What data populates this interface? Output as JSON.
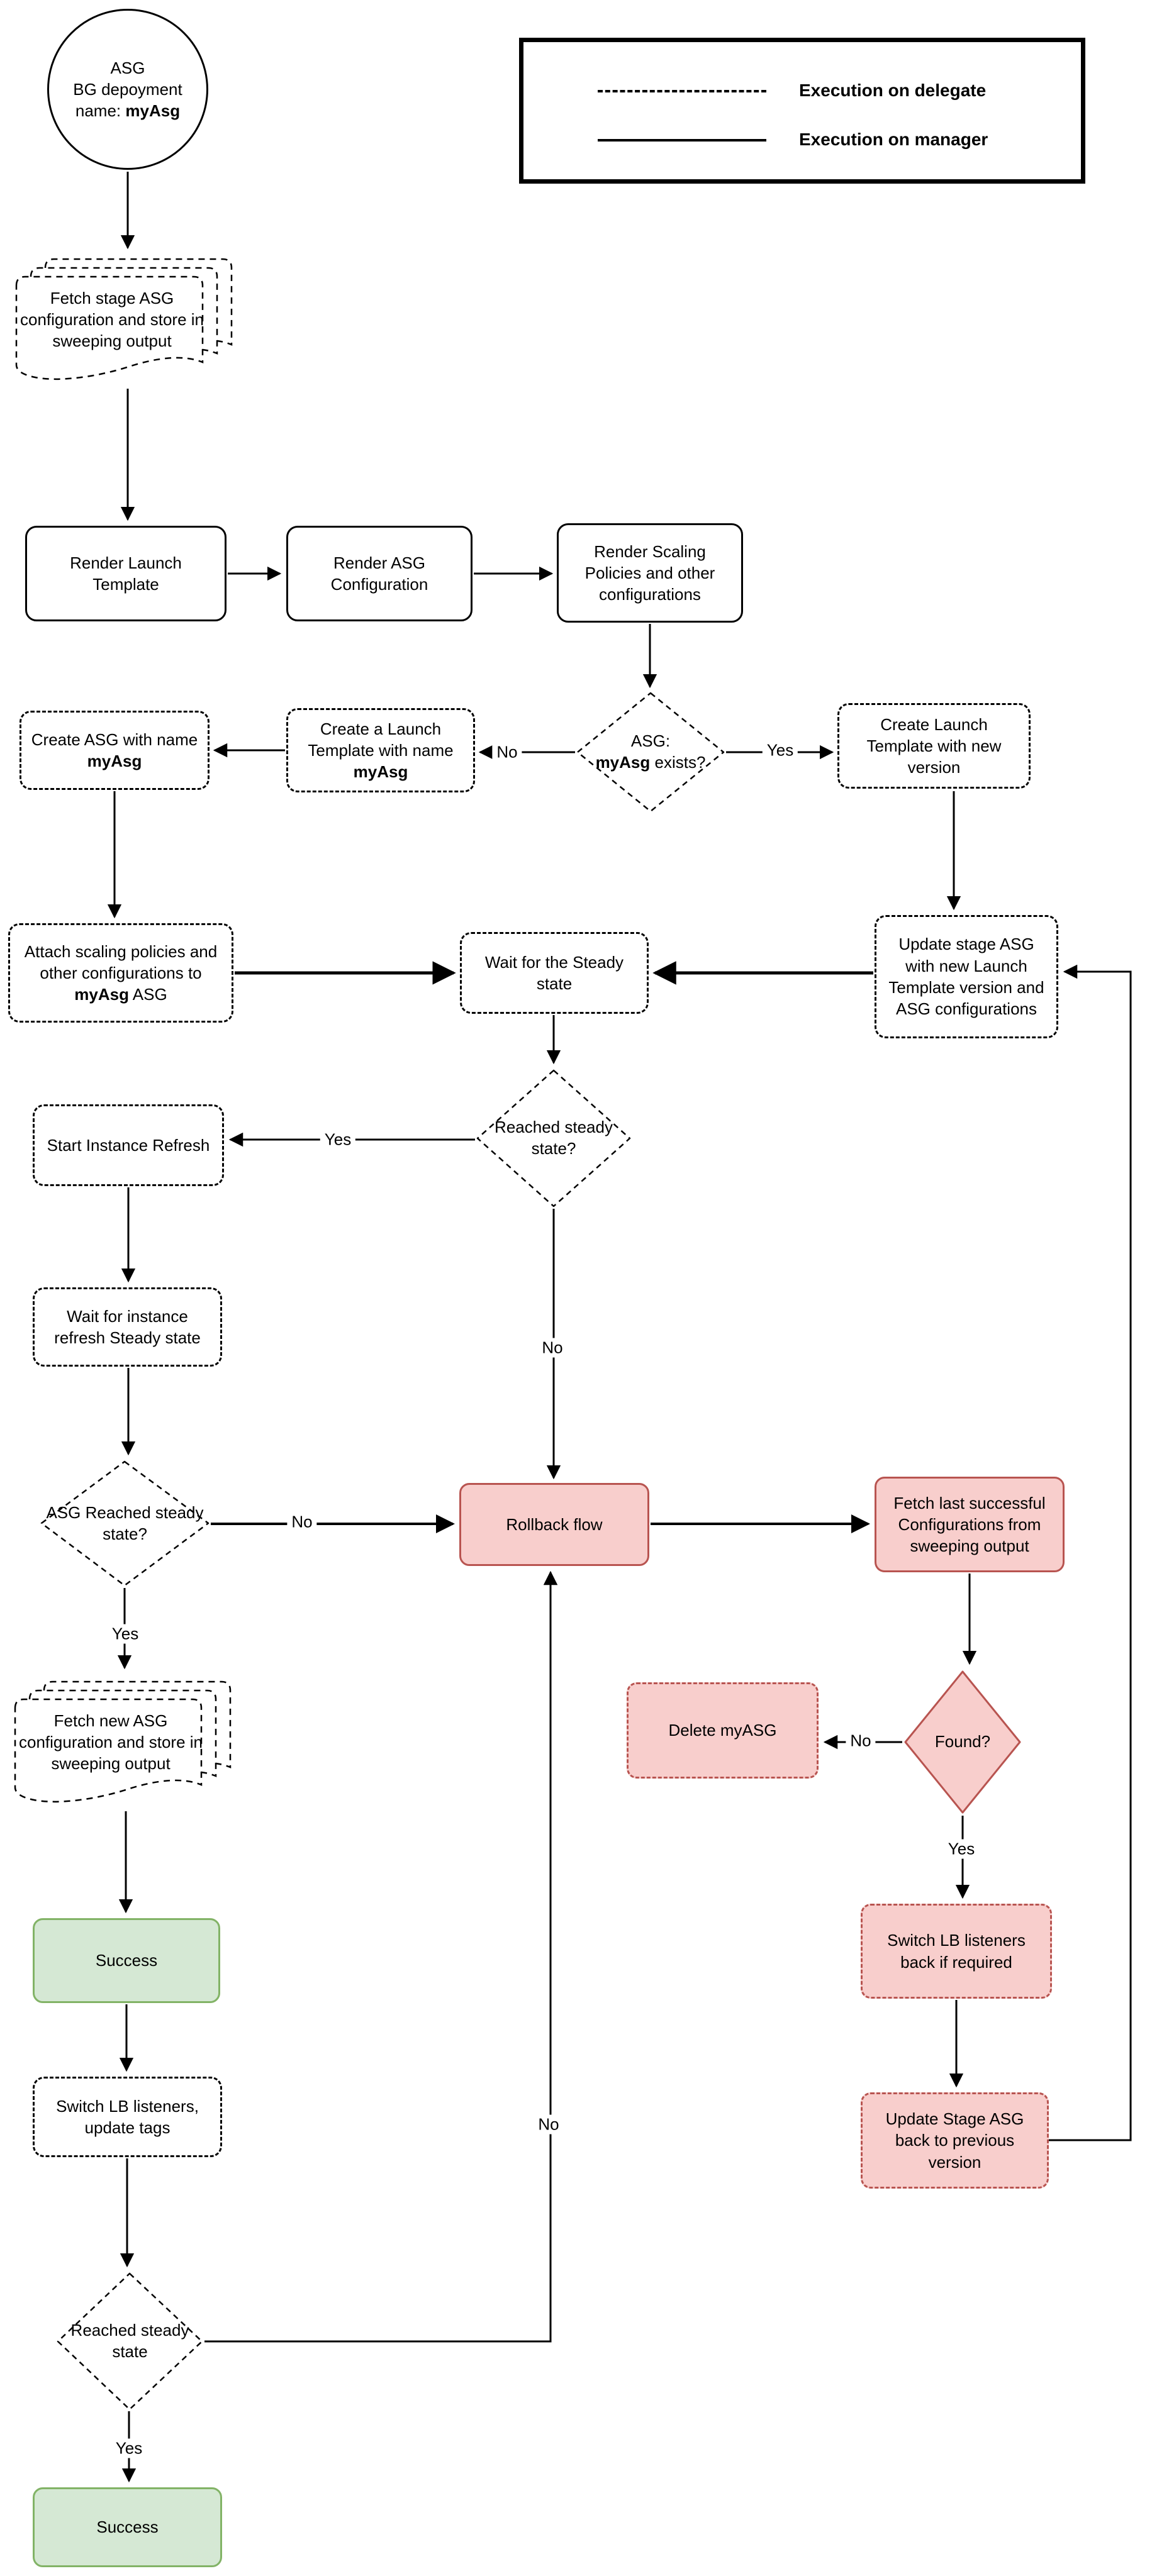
{
  "diagram": {
    "legend": {
      "delegate": "Execution on delegate",
      "manager": "Execution on manager"
    },
    "labels": {
      "no": "No",
      "yes": "Yes"
    },
    "nodes": {
      "start": {
        "l1": "ASG",
        "l2": "BG depoyment",
        "l3a": "name: ",
        "l3b": "myAsg"
      },
      "fetch_stage": "Fetch stage ASG configuration and store in sweeping output",
      "render_launch": "Render Launch Template",
      "render_asg": "Render ASG Configuration",
      "render_scaling": "Render Scaling Policies and other configurations",
      "asg_exists": {
        "l1": "ASG:",
        "b": "myAsg",
        "t": " exists?"
      },
      "create_lt_myasg": {
        "t": "Create a Launch Template with name ",
        "b": "myAsg"
      },
      "create_asg": {
        "t": "Create ASG with name ",
        "b": "myAsg"
      },
      "create_lt_new": "Create Launch Template with new version",
      "attach_scaling": {
        "t1": "Attach scaling policies and other configurations to ",
        "b": "myAsg",
        "t2": " ASG"
      },
      "update_stage": "Update stage ASG with new Launch Template version and ASG configurations",
      "wait_steady": "Wait for the Steady state",
      "reached_steady_q": "Reached steady state?",
      "start_refresh": "Start Instance Refresh",
      "wait_refresh": "Wait for instance refresh Steady state",
      "asg_reached_q": "ASG Reached steady state?",
      "rollback": "Rollback flow",
      "fetch_last": "Fetch last successful Configurations from sweeping output",
      "found_q": "Found?",
      "delete_asg": "Delete myASG",
      "fetch_new": "Fetch new ASG configuration and store in sweeping output",
      "success_top": "Success",
      "switch_lb_back": "Switch LB listeners back if required",
      "switch_lb_tags": "Switch LB listeners, update tags",
      "update_back": "Update Stage ASG back to previous version",
      "reached_steady": "Reached steady state",
      "success_bottom": "Success"
    },
    "colors": {
      "danger_fill": "#F8CECC",
      "danger_border": "#B85450",
      "success_fill": "#D5E8D4",
      "success_border": "#82B366",
      "line": "#000000"
    }
  }
}
